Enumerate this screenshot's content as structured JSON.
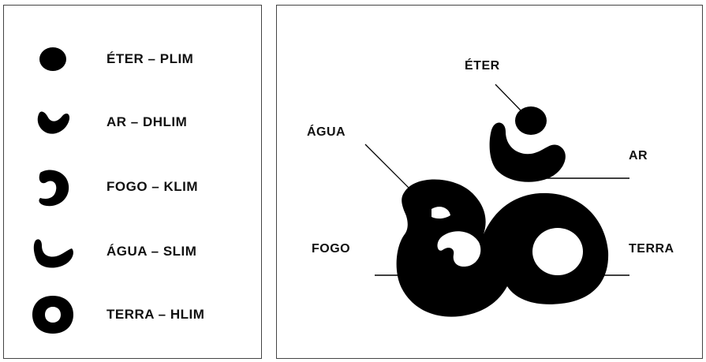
{
  "legend": {
    "items": [
      {
        "icon": "dot-icon",
        "label": "ÉTER – PLIM"
      },
      {
        "icon": "crescent-icon",
        "label": "AR – DHLIM"
      },
      {
        "icon": "hook-icon",
        "label": "FOGO – KLIM"
      },
      {
        "icon": "cup-icon",
        "label": "ÁGUA – SLIM"
      },
      {
        "icon": "ring-icon",
        "label": "TERRA – HLIM"
      }
    ]
  },
  "diagram": {
    "labels": {
      "eter": "ÉTER",
      "agua": "ÁGUA",
      "ar": "AR",
      "fogo": "FOGO",
      "terra": "TERRA"
    }
  },
  "colors": {
    "ink": "#000000",
    "border": "#444444",
    "background": "#ffffff"
  }
}
